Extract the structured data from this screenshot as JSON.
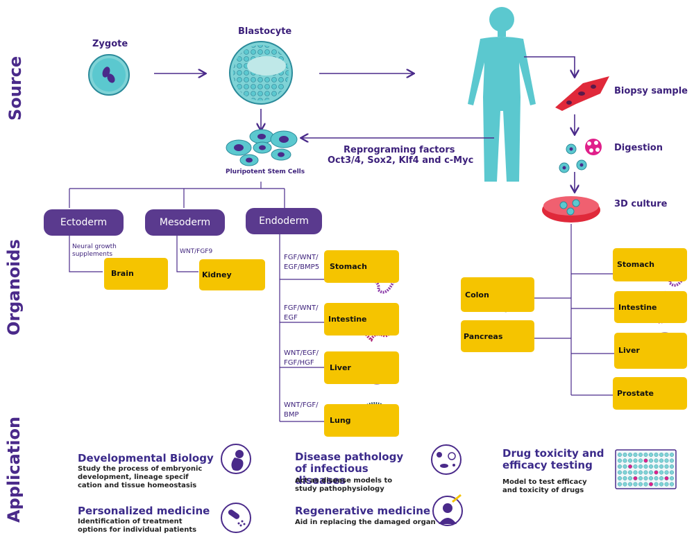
{
  "sections": {
    "source": "Source",
    "organoids": "Organoids",
    "application": "Application"
  },
  "source": {
    "zygote": "Zygote",
    "blastocyte": "Blastocyte",
    "psc": "Pluripotent Stem Cells",
    "reprog_line1": "Reprograming factors",
    "reprog_line2": "Oct3/4, Sox2, Klf4 and c-Myc",
    "biopsy": "Biopsy sample",
    "digestion": "Digestion",
    "culture": "3D culture"
  },
  "germ_layers": {
    "ectoderm": "Ectoderm",
    "mesoderm": "Mesoderm",
    "endoderm": "Endoderm"
  },
  "factors": {
    "brain": "Neural growth supplements",
    "kidney": "WNT/FGF9",
    "stomach": "FGF/WNT/ EGF/BMP5",
    "intestine": "FGF/WNT/ EGF",
    "liver": "WNT/EGF/ FGF/HGF",
    "lung": "WNT/FGF/ BMP"
  },
  "organoids_left": {
    "brain": "Brain",
    "kidney": "Kidney",
    "stomach": "Stomach",
    "intestine": "Intestine",
    "liver": "Liver",
    "lung": "Lung"
  },
  "organoids_right": {
    "colon": "Colon",
    "pancreas": "Pancreas",
    "stomach": "Stomach",
    "intestine": "Intestine",
    "liver": "Liver",
    "prostate": "Prostate"
  },
  "applications": {
    "dev_title": "Developmental Biology",
    "dev_desc": "Study the process of embryonic development, lineage specif cation and tissue homeostasis",
    "pers_title": "Personalized medicine",
    "pers_desc": "Identification of treatment options for individual patients",
    "dis_title": "Disease pathology of infectious diseases",
    "dis_desc": "Act as disease models to study pathophysiology",
    "regen_title": "Regenerative medicine",
    "regen_desc": "Aid in replacing the damaged organ",
    "drug_title": "Drug toxicity and efficacy testing",
    "drug_desc": "Model to test efficacy and toxicity of drugs"
  },
  "colors": {
    "purple": "#4a2a8a",
    "teal": "#5bc8cf",
    "yellow": "#f5c400",
    "red": "#e0293a",
    "magenta": "#e0208a"
  }
}
